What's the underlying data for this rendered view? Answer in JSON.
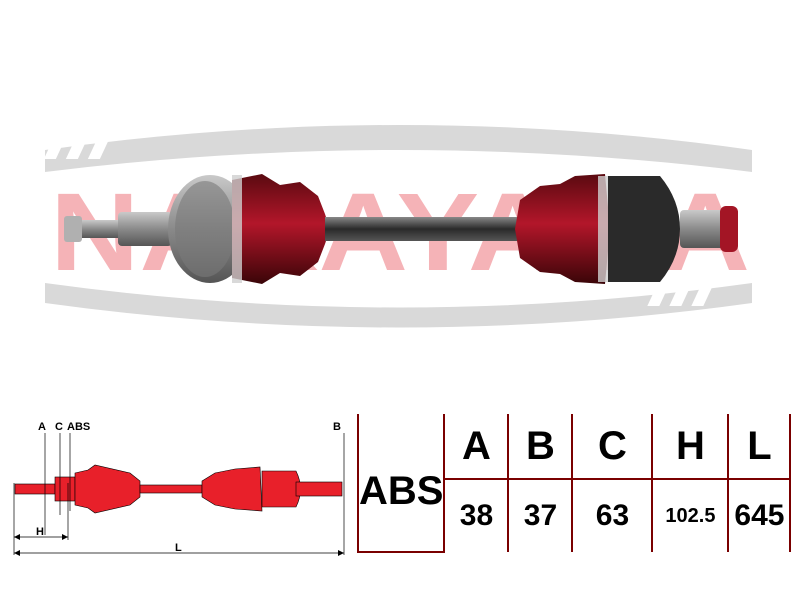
{
  "brand": {
    "logo_text": "NAKAYAMA"
  },
  "schematic": {
    "labels": {
      "a": "A",
      "c": "C",
      "abs": "ABS",
      "b": "B",
      "h": "H",
      "l": "L"
    }
  },
  "spec_table": {
    "headers": [
      "ABS",
      "A",
      "B",
      "C",
      "H",
      "L"
    ],
    "values": [
      "",
      "38",
      "37",
      "63",
      "102.5",
      "645"
    ]
  },
  "colors": {
    "brand_red": "#e8202a",
    "part_red": "#b50f1e",
    "logo_grey": "#d9d9d9",
    "table_line": "#7a0000"
  }
}
